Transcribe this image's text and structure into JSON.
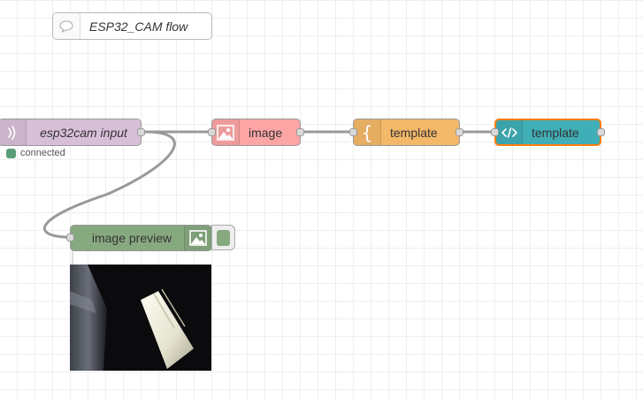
{
  "comment": {
    "label": "ESP32_CAM flow",
    "icon": "comment-icon"
  },
  "nodes": {
    "esp32cam": {
      "label": "esp32cam input",
      "color": "#d8bfd8",
      "icon": "websocket-icon"
    },
    "image": {
      "label": "image",
      "color": "#fca5a5",
      "icon": "image-icon"
    },
    "template1": {
      "label": "template",
      "color": "#f4b869",
      "icon": "template-brace-icon"
    },
    "template2": {
      "label": "template",
      "color": "#3faeb6",
      "icon": "code-icon",
      "selected_border": "#ff7f0e"
    },
    "image_preview": {
      "label": "image preview",
      "color": "#87a980",
      "icon": "image-icon"
    }
  },
  "status": {
    "text": "connected",
    "color": "#5a9e78"
  }
}
